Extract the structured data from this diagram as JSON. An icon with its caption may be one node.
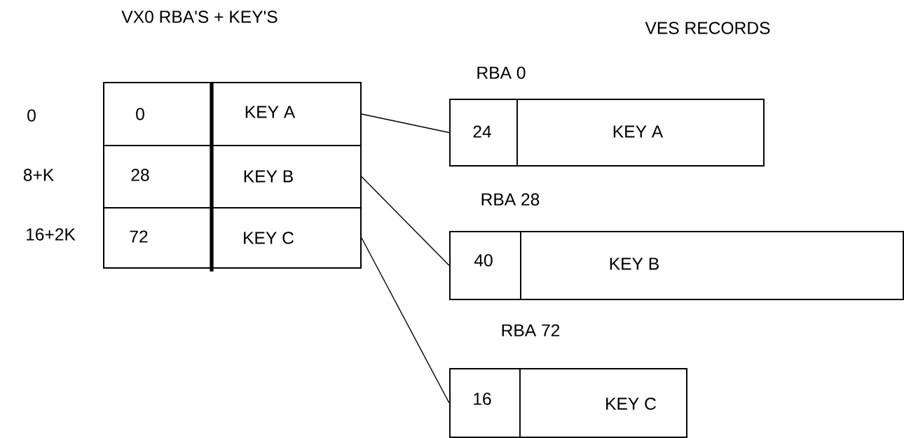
{
  "diagram": {
    "nodes": [
      {
        "text": [
          "VX0 RBA'S + KEY'S"
        ]
      },
      {
        "text": [
          "0",
          "KEY A"
        ],
        "beside": [
          "0"
        ],
        "in": 0
      },
      {
        "text": [
          "28",
          "KEY B"
        ],
        "beside": [
          "8+K"
        ],
        "in": 0
      },
      {
        "text": [
          "72",
          "KEY C"
        ],
        "beside": [
          "16+2K"
        ],
        "in": 0
      },
      {
        "text": [
          "RBA 0",
          "24",
          "KEY A"
        ]
      },
      {
        "text": [
          "RBA 28",
          "40",
          "KEY B"
        ]
      },
      {
        "text": [
          "RBA 72",
          "16",
          "KEY C"
        ]
      }
    ],
    "edges": [
      {
        "from": 1,
        "to": 4,
        "arrow": "none"
      },
      {
        "from": 2,
        "to": 5,
        "arrow": "none"
      },
      {
        "from": 3,
        "to": 6,
        "arrow": "none"
      }
    ],
    "labels": [
      "VES RECORDS"
    ]
  }
}
